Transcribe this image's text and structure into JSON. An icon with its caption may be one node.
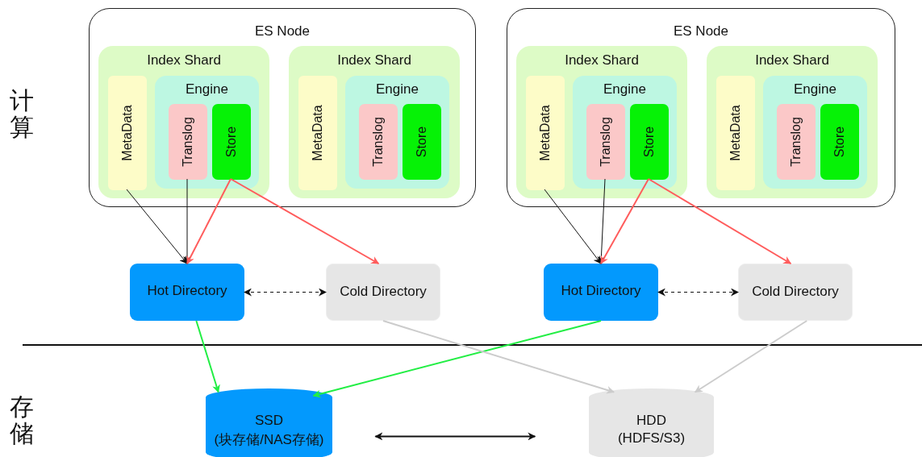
{
  "diagram": {
    "nodes": [
      {
        "text": [
          "ES Node"
        ]
      },
      {
        "text": [
          "Index Shard"
        ],
        "in": 0
      },
      {
        "text": [
          "MetaData"
        ],
        "in": 1
      },
      {
        "text": [
          "Engine"
        ],
        "in": 1
      },
      {
        "text": [
          "Translog"
        ],
        "in": 3
      },
      {
        "text": [
          "Store"
        ],
        "in": 3
      },
      {
        "text": [
          "Index Shard"
        ],
        "in": 0
      },
      {
        "text": [
          "MetaData"
        ],
        "in": 6
      },
      {
        "text": [
          "Engine"
        ],
        "in": 6
      },
      {
        "text": [
          "Translog"
        ],
        "in": 8
      },
      {
        "text": [
          "Store"
        ],
        "in": 8
      },
      {
        "text": [
          "ES Node"
        ]
      },
      {
        "text": [
          "Index Shard"
        ],
        "in": 11
      },
      {
        "text": [
          "MetaData"
        ],
        "in": 12
      },
      {
        "text": [
          "Engine"
        ],
        "in": 12
      },
      {
        "text": [
          "Translog"
        ],
        "in": 14
      },
      {
        "text": [
          "Store"
        ],
        "in": 14
      },
      {
        "text": [
          "Index Shard"
        ],
        "in": 11
      },
      {
        "text": [
          "MetaData"
        ],
        "in": 17
      },
      {
        "text": [
          "Engine"
        ],
        "in": 17
      },
      {
        "text": [
          "Translog"
        ],
        "in": 19
      },
      {
        "text": [
          "Store"
        ],
        "in": 19
      },
      {
        "text": [
          "Hot Directory"
        ]
      },
      {
        "text": [
          "Cold Directory"
        ]
      },
      {
        "text": [
          "Hot Directory"
        ]
      },
      {
        "text": [
          "Cold Directory"
        ]
      },
      {
        "text": [
          "SSD",
          "(块存储/NAS存储)"
        ]
      },
      {
        "text": [
          "HDD",
          "(HDFS/S3)"
        ]
      }
    ],
    "edges": [
      {
        "from": 2,
        "to": 22,
        "arrow": "to"
      },
      {
        "from": 4,
        "to": 22,
        "arrow": "to"
      },
      {
        "from": 5,
        "to": 22,
        "arrow": "to",
        "color": "#ff5c5c"
      },
      {
        "from": 5,
        "to": 23,
        "arrow": "to",
        "color": "#ff5c5c"
      },
      {
        "from": 22,
        "to": 23,
        "arrow": "both",
        "style": "dashed"
      },
      {
        "from": 13,
        "to": 24,
        "arrow": "to"
      },
      {
        "from": 15,
        "to": 24,
        "arrow": "to"
      },
      {
        "from": 16,
        "to": 24,
        "arrow": "to",
        "color": "#ff5c5c"
      },
      {
        "from": 16,
        "to": 25,
        "arrow": "to",
        "color": "#ff5c5c"
      },
      {
        "from": 24,
        "to": 25,
        "arrow": "both",
        "style": "dashed"
      },
      {
        "from": 22,
        "to": 26,
        "arrow": "to",
        "color": "#22ee44"
      },
      {
        "from": 24,
        "to": 26,
        "arrow": "to",
        "color": "#22ee44"
      },
      {
        "from": 23,
        "to": 27,
        "arrow": "to",
        "color": "#cccccc"
      },
      {
        "from": 25,
        "to": 27,
        "arrow": "to",
        "color": "#cccccc"
      },
      {
        "from": 26,
        "to": 27,
        "arrow": "both"
      }
    ],
    "labels": [
      "计算",
      "存储"
    ]
  }
}
